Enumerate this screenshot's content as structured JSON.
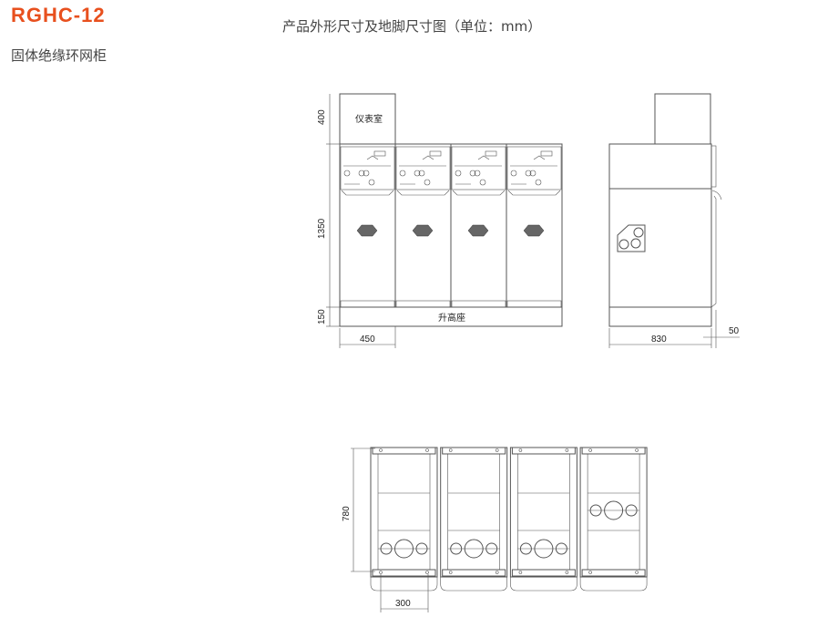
{
  "header": {
    "model": "RGHC-12",
    "subtitle": "固体绝缘环网柜",
    "drawing_title": "产品外形尺寸及地脚尺寸图（单位：mm）"
  },
  "front_view": {
    "instrument_room": "仪表室",
    "base_label": "升高座",
    "dims": {
      "top": "400",
      "middle": "1350",
      "bottom": "150",
      "width": "450"
    }
  },
  "side_view": {
    "dims": {
      "depth": "830",
      "offset": "50"
    }
  },
  "base_view": {
    "dims": {
      "depth": "780",
      "anchor_spacing": "300"
    }
  },
  "colors": {
    "accent": "#e8501e",
    "line": "#555555"
  }
}
